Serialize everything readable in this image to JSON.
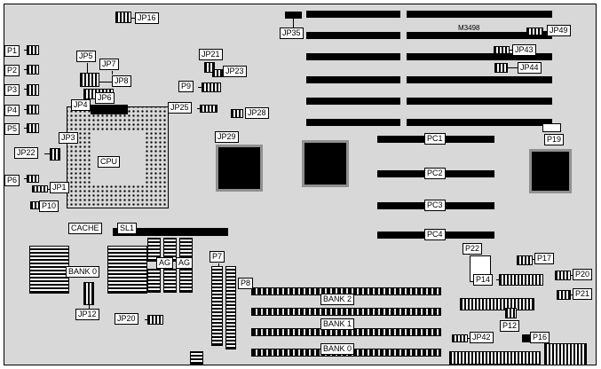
{
  "part_number": "M3498",
  "colors": {
    "board_bg": "#d8d8d8",
    "component": "#000000",
    "label_bg": "#ffffff"
  },
  "labels": {
    "jp16": "JP16",
    "p1": "P1",
    "p2": "P2",
    "p3": "P3",
    "p4": "P4",
    "p5": "P5",
    "p6": "P6",
    "jp22": "JP22",
    "jp1": "JP1",
    "p10": "P10",
    "jp5": "JP5",
    "jp7": "JP7",
    "jp8": "JP8",
    "jp4": "JP4",
    "jp6": "JP6",
    "jp3": "JP3",
    "cpu": "CPU",
    "jp21": "JP21",
    "jp23": "JP23",
    "p9": "P9",
    "jp25": "JP25",
    "jp28": "JP28",
    "jp29": "JP29",
    "jp35": "JP35",
    "jp49": "JP49",
    "jp43": "JP43",
    "jp44": "JP44",
    "p19": "P19",
    "pc1": "PC1",
    "pc2": "PC2",
    "pc3": "PC3",
    "pc4": "PC4",
    "p22": "P22",
    "p17": "P17",
    "p20": "P20",
    "p14": "P14",
    "p21": "P21",
    "p12": "P12",
    "jp42": "JP42",
    "p16": "P16",
    "cache": "CACHE",
    "sl1": "SL1",
    "bank0_cache": "BANK 0",
    "tag_a": "AG",
    "tag_b": "AG",
    "jp12": "JP12",
    "jp20": "JP20",
    "p7": "P7",
    "p8": "P8",
    "bank2": "BANK 2",
    "bank1": "BANK 1",
    "bank0": "BANK 0"
  }
}
